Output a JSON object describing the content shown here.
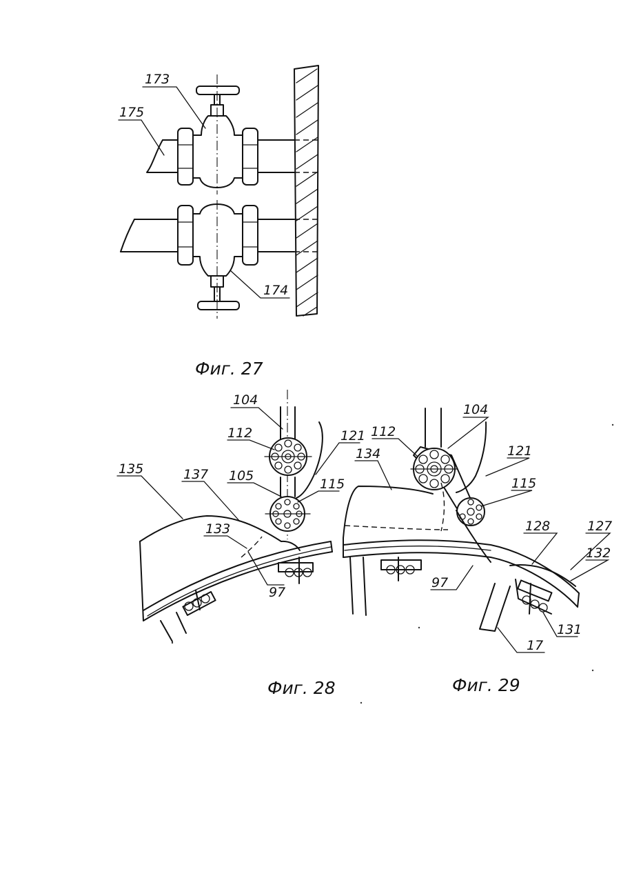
{
  "figures": [
    {
      "id": "fig27",
      "caption": "Фиг. 27",
      "labels": {
        "top_valve": "173",
        "top_pipe": "175",
        "bottom_valve": "174"
      }
    },
    {
      "id": "fig28",
      "caption": "Фиг. 28",
      "labels": {
        "shaft": "104",
        "upper_roller": "112",
        "guide": "121",
        "lower_roller_arm": "105",
        "lower_roller": "115",
        "body": "135",
        "front_edge": "137",
        "inner_line": "133",
        "beam": "97"
      }
    },
    {
      "id": "fig29",
      "caption": "Фиг. 29",
      "labels": {
        "shaft": "104",
        "upper_roller": "112",
        "guide": "121",
        "body": "134",
        "lower_roller": "115",
        "plate": "128",
        "bracket": "127",
        "tip": "132",
        "beam": "97",
        "bolt": "131",
        "post": "17"
      }
    }
  ]
}
